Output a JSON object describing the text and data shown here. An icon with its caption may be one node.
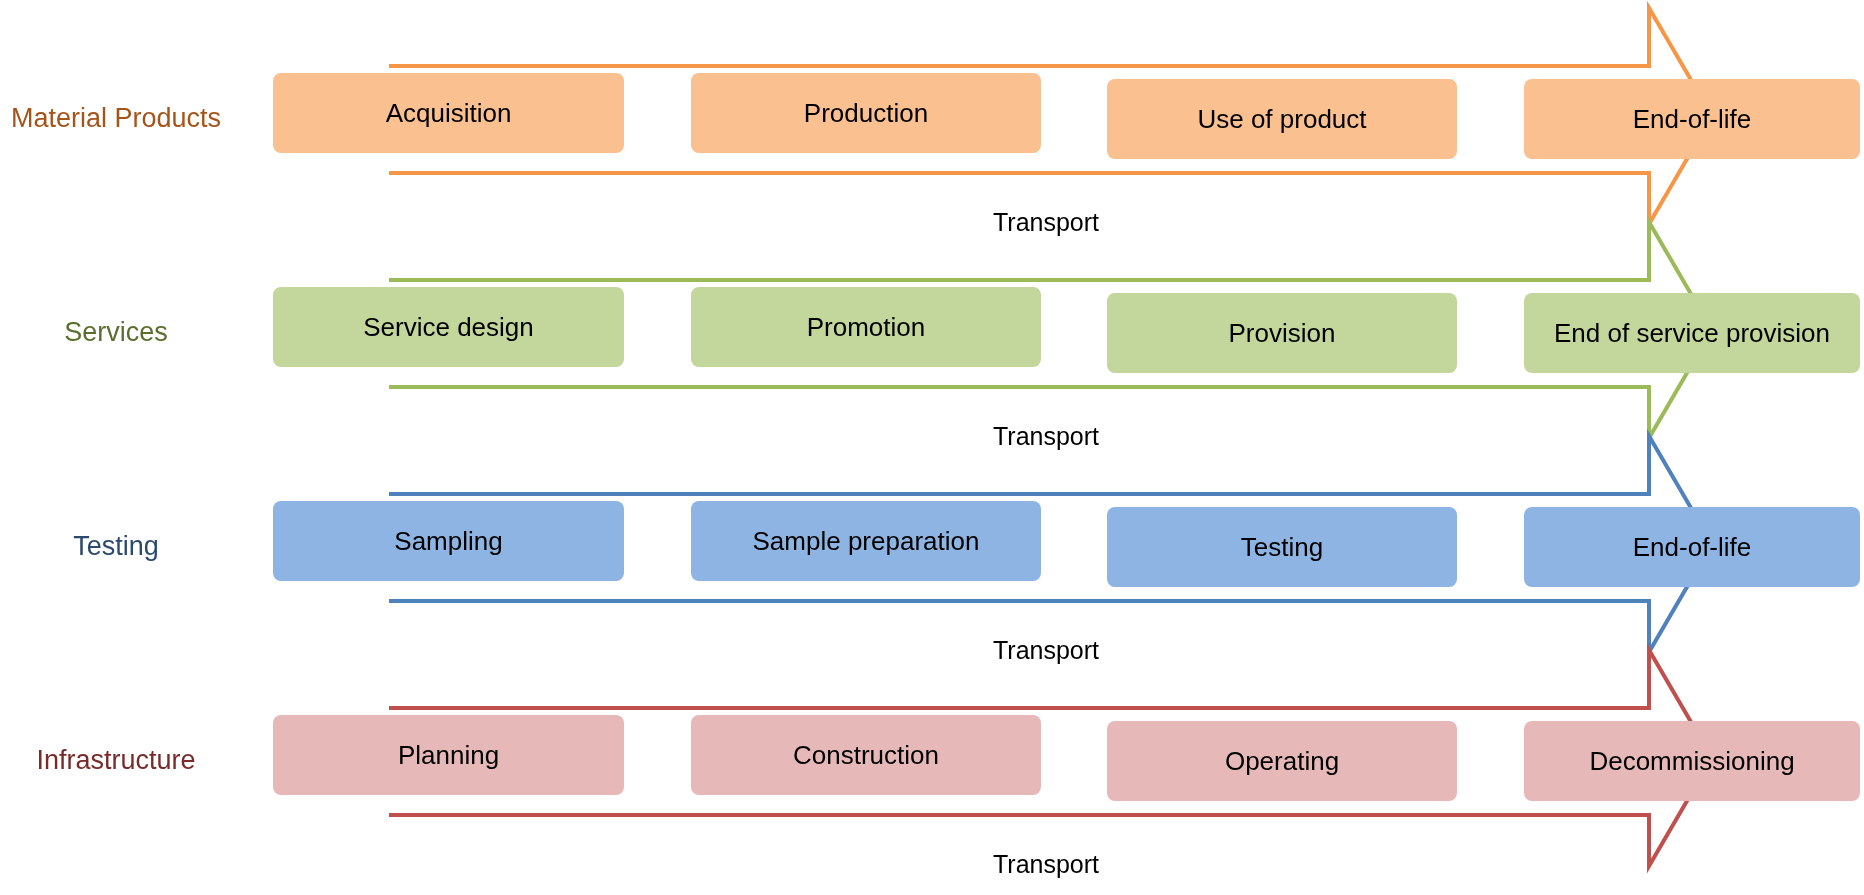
{
  "diagram": {
    "nodes": [
      {
        "text": [
          "Acquisition"
        ]
      },
      {
        "text": [
          "Production"
        ]
      },
      {
        "text": [
          "Use of product"
        ]
      },
      {
        "text": [
          "End-of-life"
        ]
      },
      {
        "text": [
          "Service design"
        ]
      },
      {
        "text": [
          "Promotion"
        ]
      },
      {
        "text": [
          "Provision"
        ]
      },
      {
        "text": [
          "End of service provision"
        ]
      },
      {
        "text": [
          "Sampling"
        ]
      },
      {
        "text": [
          "Sample preparation"
        ]
      },
      {
        "text": [
          "Testing"
        ]
      },
      {
        "text": [
          "End-of-life"
        ]
      },
      {
        "text": [
          "Planning"
        ]
      },
      {
        "text": [
          "Construction"
        ]
      },
      {
        "text": [
          "Operating"
        ]
      },
      {
        "text": [
          "Decommissioning"
        ]
      }
    ],
    "labels": [
      "Material Products",
      "Transport",
      "Services",
      "Transport",
      "Testing",
      "Transport",
      "Infrastructure",
      "Transport"
    ]
  }
}
